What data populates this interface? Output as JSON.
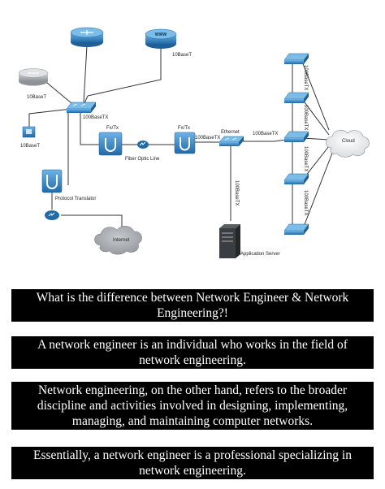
{
  "diagram": {
    "labels": {
      "tenbaset_top": "10BaseT",
      "tenbaset_left": "10BaseT",
      "tenbaset_bottom": "10BaseT",
      "hub_100basetx": "100BaseTX",
      "fxtx_1": "Fx/Tx",
      "fxtx_2": "Fx/Tx",
      "fiber": "Fiber Optic Line",
      "link_100basetx_a": "100BaseTX",
      "ethernet": "Ethernet",
      "link_100basetx_b": "100BaseTX",
      "vertical_100basetx": "100BaseTX",
      "protocol_translator": "Protocol Translator",
      "internet": "Internet",
      "application_server": "Application Server",
      "cloud": "Cloud",
      "www": "WWW",
      "stack_1": "100BaseTX",
      "stack_2": "100BaseTX",
      "stack_3": "100BaseTX",
      "stack_4": "100BaseTX"
    }
  },
  "captions": [
    "What is the difference between Network Engineer & Network Engineering?!",
    "A network engineer is an individual who works in the field of network engineering.",
    "Network engineering, on the other hand, refers to the broader discipline and activities involved in designing, implementing, managing, and maintaining computer networks.",
    "Essentially, a network engineer is a professional specializing in network engineering."
  ],
  "colors": {
    "device_blue": "#3d8fd0",
    "device_dark_blue": "#1f5f96",
    "router_gray": "#b9bcc0",
    "cloud_gray": "#c9ccd0",
    "caption_bg": "#000000",
    "caption_text": "#ffffff"
  }
}
